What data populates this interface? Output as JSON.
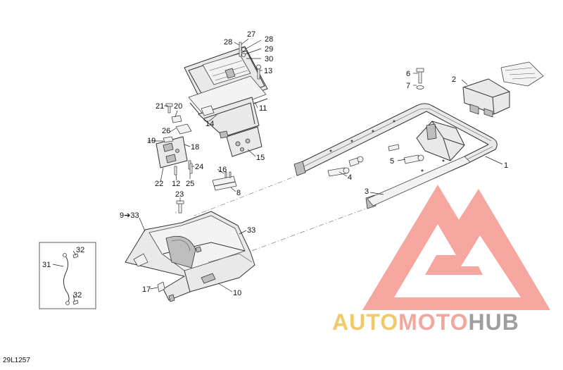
{
  "diagram": {
    "reference_code": "29L1257",
    "callouts": [
      {
        "id": "c1",
        "label": "1"
      },
      {
        "id": "c2",
        "label": "2"
      },
      {
        "id": "c3",
        "label": "3"
      },
      {
        "id": "c4",
        "label": "4"
      },
      {
        "id": "c5",
        "label": "5"
      },
      {
        "id": "c6",
        "label": "6"
      },
      {
        "id": "c7",
        "label": "7"
      },
      {
        "id": "c8",
        "label": "8"
      },
      {
        "id": "c9",
        "label": "9➔33"
      },
      {
        "id": "c10",
        "label": "10"
      },
      {
        "id": "c11",
        "label": "11"
      },
      {
        "id": "c12",
        "label": "12"
      },
      {
        "id": "c13",
        "label": "13"
      },
      {
        "id": "c14",
        "label": "14"
      },
      {
        "id": "c15",
        "label": "15"
      },
      {
        "id": "c16",
        "label": "16"
      },
      {
        "id": "c17",
        "label": "17"
      },
      {
        "id": "c18",
        "label": "18"
      },
      {
        "id": "c19",
        "label": "19"
      },
      {
        "id": "c20",
        "label": "20"
      },
      {
        "id": "c21",
        "label": "21"
      },
      {
        "id": "c22",
        "label": "22"
      },
      {
        "id": "c23",
        "label": "23"
      },
      {
        "id": "c24",
        "label": "24"
      },
      {
        "id": "c25",
        "label": "25"
      },
      {
        "id": "c26",
        "label": "26"
      },
      {
        "id": "c27",
        "label": "27"
      },
      {
        "id": "c28a",
        "label": "28"
      },
      {
        "id": "c28b",
        "label": "28"
      },
      {
        "id": "c29",
        "label": "29"
      },
      {
        "id": "c30",
        "label": "30"
      },
      {
        "id": "c31",
        "label": "31"
      },
      {
        "id": "c32a",
        "label": "32"
      },
      {
        "id": "c32b",
        "label": "32"
      },
      {
        "id": "c33",
        "label": "33"
      }
    ]
  },
  "watermark": {
    "word_part1": "AUTO",
    "word_part2": "MOTO",
    "word_part3": "HUB",
    "colors": {
      "auto": "#f2c96a",
      "moto": "#f2a79e",
      "hub": "#9e9e9e",
      "logo": "#f4a29a"
    }
  }
}
